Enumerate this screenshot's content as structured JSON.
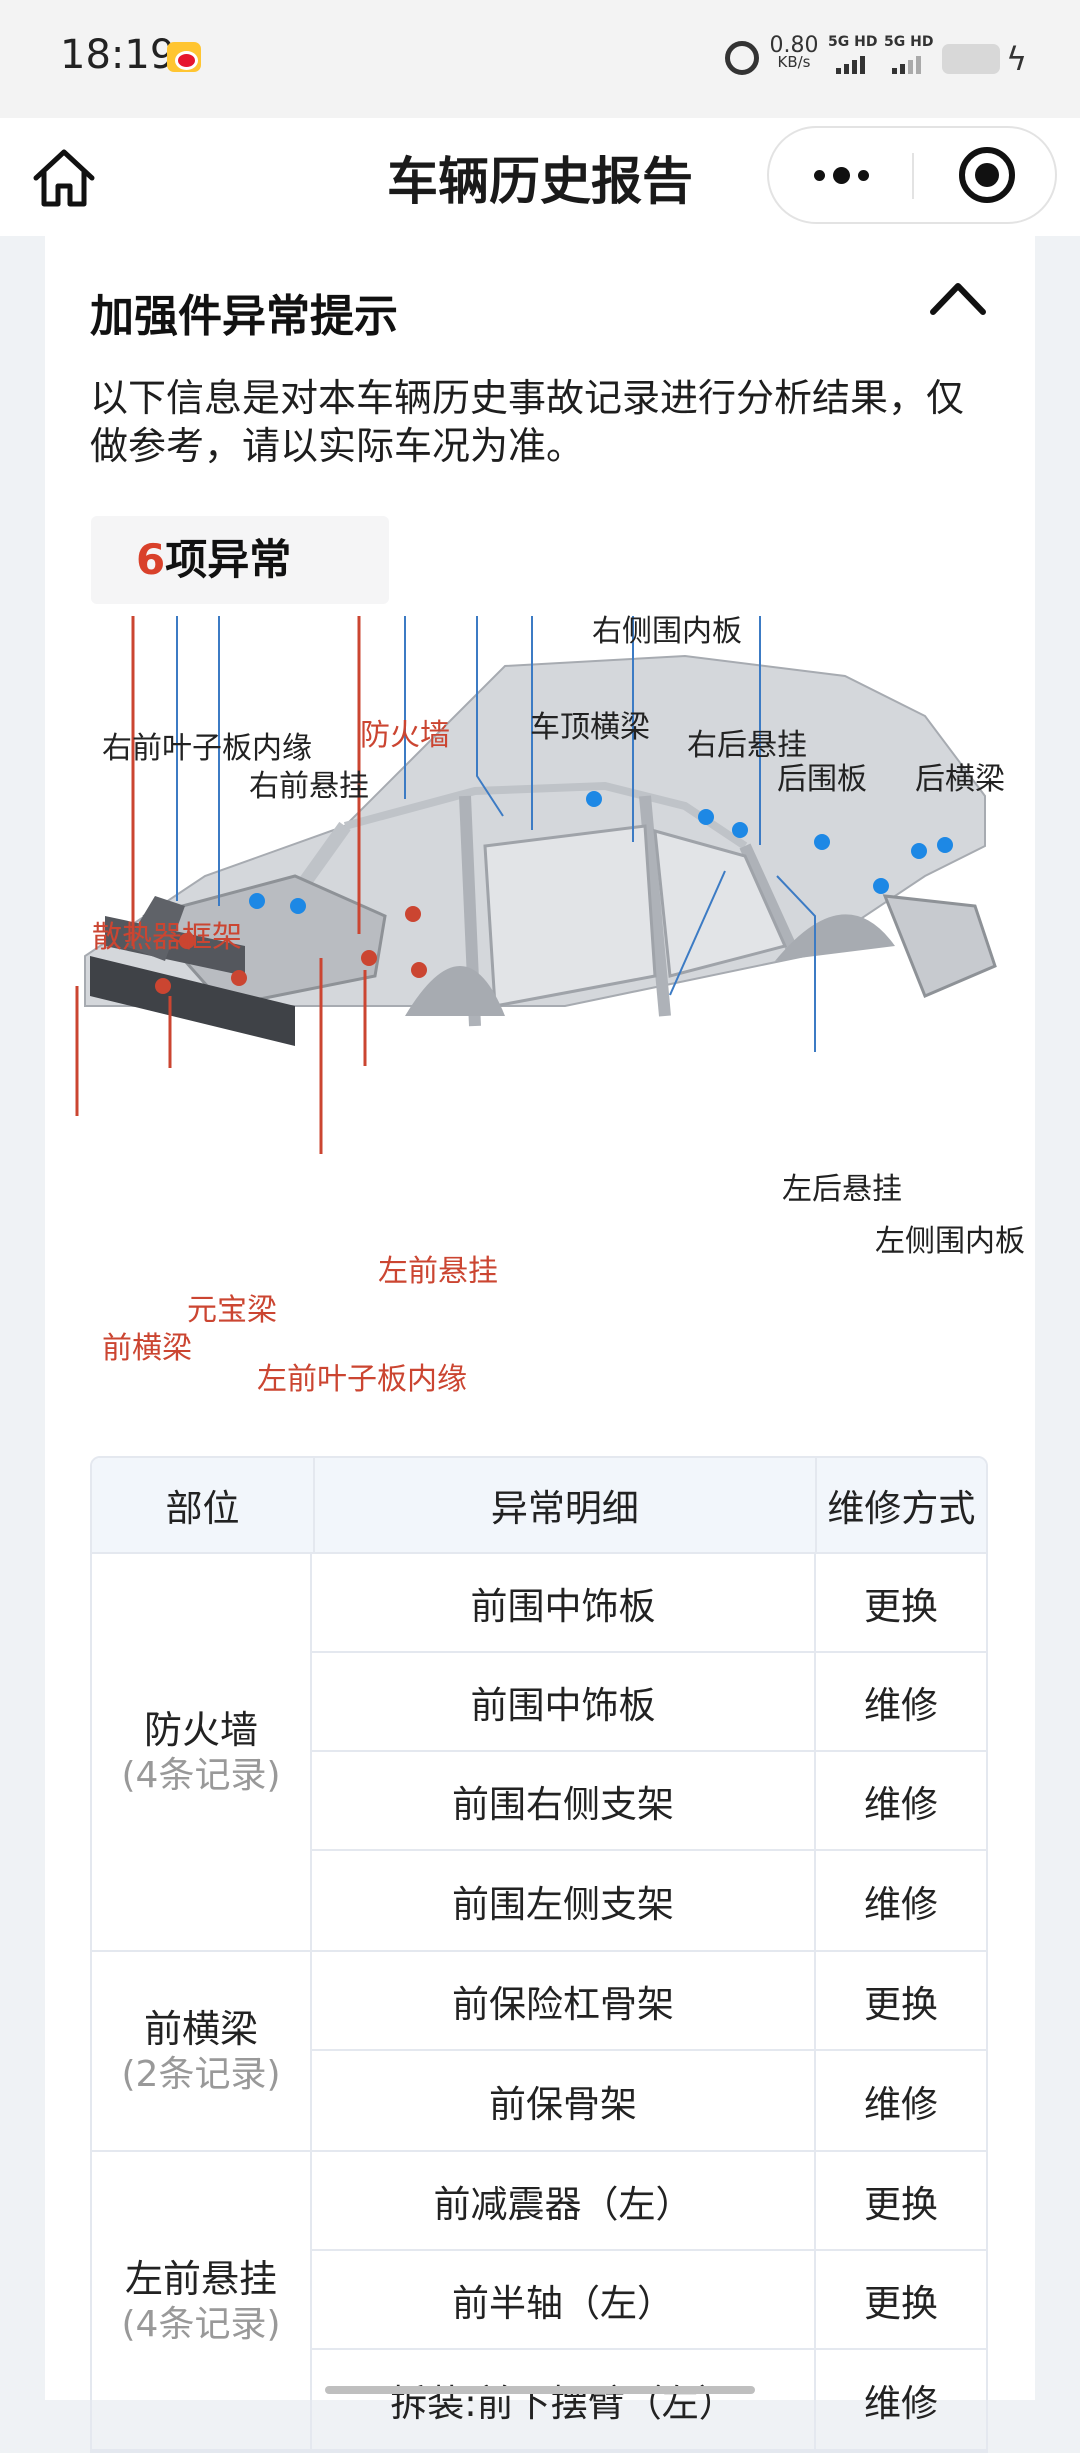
{
  "status": {
    "time": "18:19",
    "net_speed_value": "0.80",
    "net_speed_unit": "KB/s",
    "sim1": "5G HD",
    "sim2": "5G HD",
    "battery_level": 0.45
  },
  "header": {
    "title": "车辆历史报告"
  },
  "section": {
    "title": "加强件异常提示",
    "intro": "以下信息是对本车辆历史事故记录进行分析结果，仅做参考，请以实际车况为准。",
    "count_number": "6",
    "count_label": "项异常"
  },
  "diagram": {
    "labels": {
      "right_inner_side_panel": "右侧围内板",
      "right_front_fender_inner": "右前叶子板内缘",
      "firewall": "防火墙",
      "roof_crossbeam": "车顶横梁",
      "right_rear_suspension": "右后悬挂",
      "right_front_suspension": "右前悬挂",
      "rear_panel": "后围板",
      "rear_crossbeam": "后横梁",
      "radiator_frame": "散热器框架",
      "left_rear_suspension": "左后悬挂",
      "left_inner_side_panel": "左侧围内板",
      "left_front_suspension": "左前悬挂",
      "yuanbao_beam": "元宝梁",
      "front_crossbeam": "前横梁",
      "left_front_fender_inner": "左前叶子板内缘"
    },
    "colors": {
      "abnormal": "#cb4531",
      "normal_marker": "#1d88e5"
    }
  },
  "table": {
    "headers": [
      "部位",
      "异常明细",
      "维修方式"
    ],
    "groups": [
      {
        "name": "防火墙",
        "count": "(4条记录)",
        "rows": [
          {
            "detail": "前围中饰板",
            "method": "更换"
          },
          {
            "detail": "前围中饰板",
            "method": "维修"
          },
          {
            "detail": "前围右侧支架",
            "method": "维修"
          },
          {
            "detail": "前围左侧支架",
            "method": "维修"
          }
        ]
      },
      {
        "name": "前横梁",
        "count": "(2条记录)",
        "rows": [
          {
            "detail": "前保险杠骨架",
            "method": "更换"
          },
          {
            "detail": "前保骨架",
            "method": "维修"
          }
        ]
      },
      {
        "name": "左前悬挂",
        "count": "(4条记录)",
        "rows": [
          {
            "detail": "前减震器（左）",
            "method": "更换"
          },
          {
            "detail": "前半轴（左）",
            "method": "更换"
          },
          {
            "detail": "拆装:前下摆臂（左）",
            "method": "维修"
          }
        ]
      }
    ]
  }
}
